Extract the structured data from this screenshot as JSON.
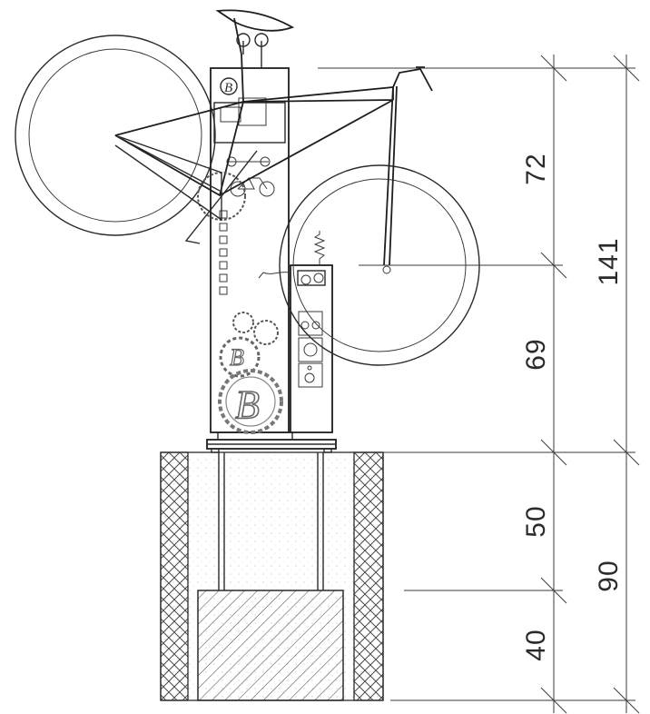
{
  "dimensions": {
    "upper_post": "72",
    "lower_post": "69",
    "total_above_ground": "141",
    "foundation_upper": "50",
    "foundation_lower": "40",
    "foundation_total": "90"
  },
  "logo": {
    "letter": "B"
  }
}
